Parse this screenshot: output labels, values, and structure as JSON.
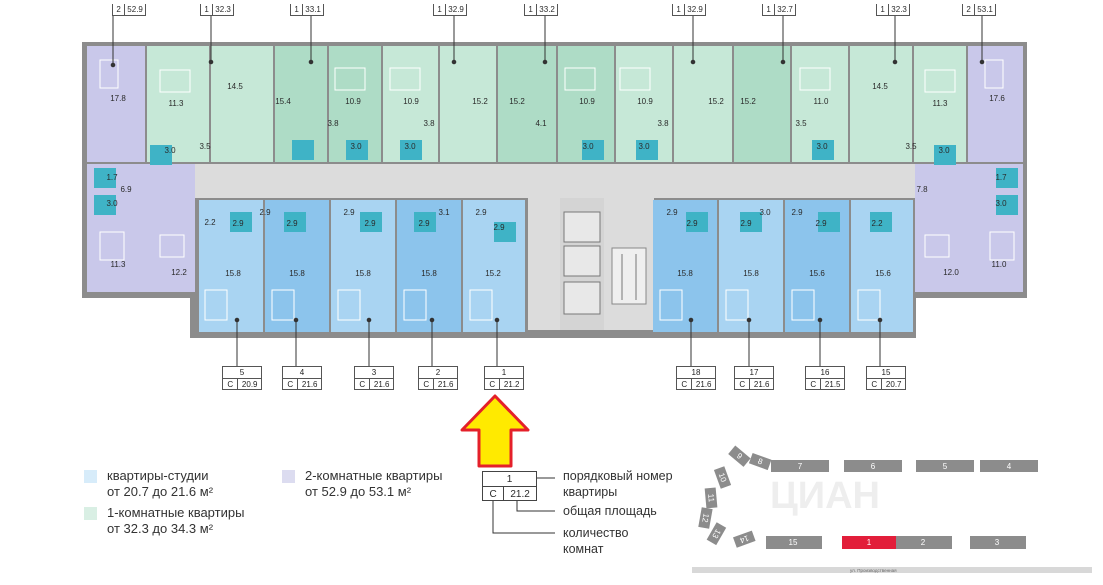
{
  "top_tags": [
    {
      "rooms": "2",
      "area": "52.9"
    },
    {
      "rooms": "1",
      "area": "32.3"
    },
    {
      "rooms": "1",
      "area": "33.1"
    },
    {
      "rooms": "1",
      "area": "32.9"
    },
    {
      "rooms": "1",
      "area": "33.2"
    },
    {
      "rooms": "1",
      "area": "32.9"
    },
    {
      "rooms": "1",
      "area": "32.7"
    },
    {
      "rooms": "1",
      "area": "32.3"
    },
    {
      "rooms": "2",
      "area": "53.1"
    }
  ],
  "bottom_tags": [
    {
      "num": "5",
      "rooms": "С",
      "area": "20.9"
    },
    {
      "num": "4",
      "rooms": "С",
      "area": "21.6"
    },
    {
      "num": "3",
      "rooms": "С",
      "area": "21.6"
    },
    {
      "num": "2",
      "rooms": "С",
      "area": "21.6"
    },
    {
      "num": "1",
      "rooms": "С",
      "area": "21.2"
    },
    {
      "num": "18",
      "rooms": "С",
      "area": "21.6"
    },
    {
      "num": "17",
      "rooms": "С",
      "area": "21.6"
    },
    {
      "num": "16",
      "rooms": "С",
      "area": "21.5"
    },
    {
      "num": "15",
      "rooms": "С",
      "area": "20.7"
    }
  ],
  "room_areas_top": [
    "17.8",
    "11.3",
    "14.5",
    "15.4",
    "10.9",
    "10.9",
    "15.2",
    "15.2",
    "10.9",
    "10.9",
    "15.2",
    "15.2",
    "11.0",
    "14.5",
    "11.3",
    "17.6"
  ],
  "room_areas_top_small": [
    "3.0",
    "3.5",
    "3.8",
    "3.0",
    "3.8",
    "3.0",
    "4.1",
    "3.0",
    "3.0",
    "3.8",
    "3.5",
    "3.0",
    "3.5",
    "3.0"
  ],
  "room_areas_left": [
    "1.7",
    "6.9",
    "3.0",
    "11.3",
    "12.2"
  ],
  "room_areas_right": [
    "7.8",
    "1.7",
    "3.0",
    "12.0",
    "11.0"
  ],
  "room_areas_bottom": [
    "15.8",
    "15.8",
    "15.8",
    "15.8",
    "15.2",
    "15.8",
    "15.8",
    "15.6",
    "15.6"
  ],
  "room_areas_bottom_small": [
    "2.2",
    "2.9",
    "2.9",
    "2.9",
    "2.9",
    "2.9",
    "2.9",
    "3.1",
    "2.9",
    "2.9",
    "2.9",
    "2.9",
    "2.9",
    "3.0",
    "2.9",
    "2.9",
    "2.2"
  ],
  "legend": {
    "studio": {
      "title": "квартиры-студии",
      "range": "от 20.7 до 21.6 м²",
      "color": "#d7ecfa"
    },
    "one_room": {
      "title": "1-комнатные квартиры",
      "range": "от 32.3 до 34.3 м²",
      "color": "#d9efe4"
    },
    "two_room": {
      "title": "2-комнатные квартиры",
      "range": "от 52.9 до 53.1 м²",
      "color": "#dcdcf0"
    }
  },
  "key": {
    "num": "1",
    "rooms": "С",
    "area": "21.2",
    "label_num": "порядковый номер квартиры",
    "label_area": "общая площадь",
    "label_rooms": "количество комнат"
  },
  "site_sections": {
    "row_top": [
      "7",
      "6",
      "5",
      "4"
    ],
    "row_bottom": [
      "15",
      "1",
      "2",
      "3"
    ],
    "curve": [
      "8",
      "9",
      "10",
      "11",
      "12",
      "13",
      "14"
    ],
    "highlight": "1",
    "street": "ул. Производственная",
    "watermark": "ЦИАН"
  },
  "colors": {
    "studio": "#a9d4f2",
    "one_room": "#bfe3d1",
    "two_room": "#c2c2e6",
    "walls": "#8a8a8a",
    "corridor": "#dcdcdc",
    "arrow_fill": "#ffea00",
    "arrow_stroke": "#e4202a",
    "highlight": "#e21e3a"
  }
}
